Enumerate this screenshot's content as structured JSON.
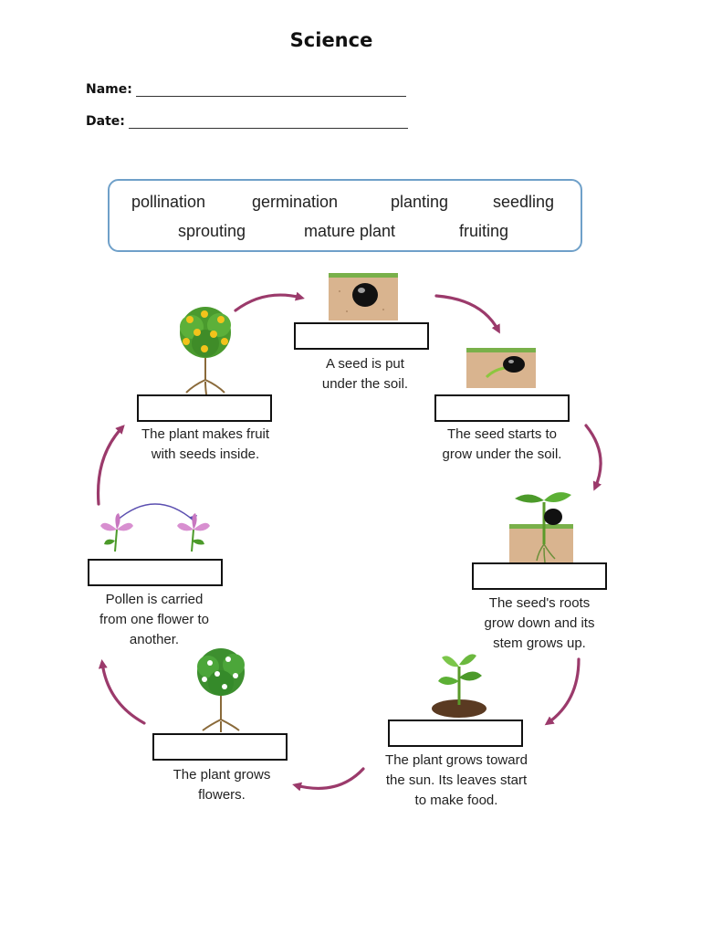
{
  "title": "Science",
  "name_label": "Name:",
  "date_label": "Date:",
  "word_bank": [
    "pollination",
    "germination",
    "planting",
    "seedling",
    "sprouting",
    "mature plant",
    "fruiting"
  ],
  "stages": [
    {
      "caption_lines": [
        "A seed is put",
        "under the soil."
      ],
      "picture": "seed-in-soil"
    },
    {
      "caption_lines": [
        "The seed starts to",
        "grow under the soil."
      ],
      "picture": "germinating-seed"
    },
    {
      "caption_lines": [
        "The seed's roots",
        "grow down and its",
        "stem grows up."
      ],
      "picture": "sprouting-seed"
    },
    {
      "caption_lines": [
        "The plant grows toward",
        "the sun. Its leaves start",
        "to make food."
      ],
      "picture": "seedling-in-soil"
    },
    {
      "caption_lines": [
        "The plant grows",
        "flowers."
      ],
      "picture": "flowering-plant"
    },
    {
      "caption_lines": [
        "Pollen is carried",
        "from one flower to",
        "another."
      ],
      "picture": "pollinating-flowers"
    },
    {
      "caption_lines": [
        "The plant makes fruit",
        "with seeds inside."
      ],
      "picture": "fruiting-tree"
    }
  ],
  "colors": {
    "arrow": "#9b3a6b",
    "wordbank_border": "#6fa0c9",
    "soil": "#d9b48f",
    "grass": "#79b04a"
  }
}
